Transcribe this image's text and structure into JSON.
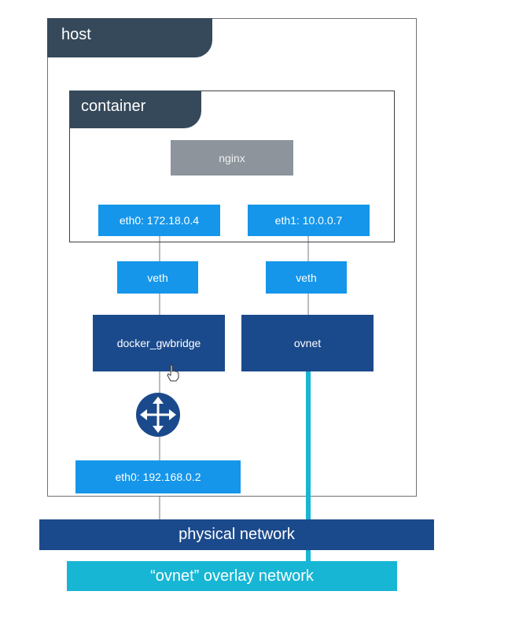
{
  "host": {
    "label": "host"
  },
  "container": {
    "label": "container"
  },
  "nginx": {
    "label": "nginx"
  },
  "interfaces": {
    "eth0_container": "eth0: 172.18.0.4",
    "eth1_container": "eth1: 10.0.0.7",
    "veth_left": "veth",
    "veth_right": "veth",
    "eth0_host": "eth0: 192.168.0.2"
  },
  "bridges": {
    "docker_gwbridge": "docker_gwbridge",
    "ovnet": "ovnet"
  },
  "networks": {
    "physical": "physical network",
    "overlay": "“ovnet” overlay network"
  },
  "colors": {
    "tab_dark": "#36495a",
    "interface_blue": "#1596ea",
    "bridge_navy": "#1b4a8c",
    "overlay_cyan": "#16b6d4",
    "nginx_gray": "#8d949b"
  },
  "icons": [
    "router-icon",
    "hand-cursor-icon"
  ]
}
